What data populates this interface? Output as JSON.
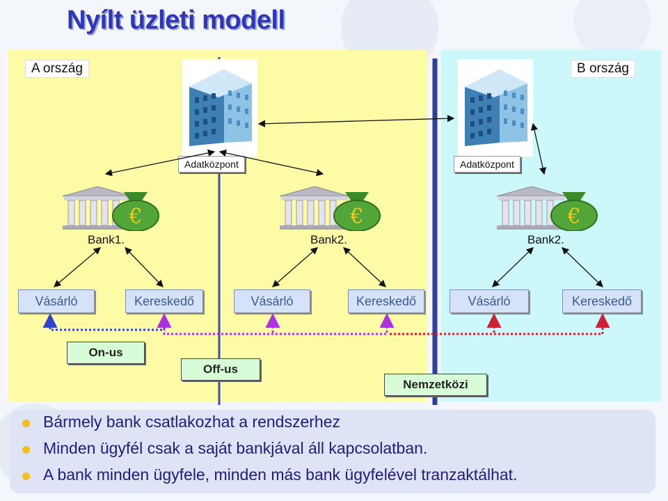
{
  "title": "Nyílt üzleti modell",
  "countries": {
    "a": "A  ország",
    "b": "B  ország"
  },
  "datacenters": [
    "Adatközpont",
    "Adatközpont"
  ],
  "banks": [
    "Bank1.",
    "Bank2.",
    "Bank2."
  ],
  "euro_symbol": "€",
  "roles": [
    "Vásárló",
    "Kereskedő",
    "Vásárló",
    "Kereskedő",
    "Vásárló",
    "Kereskedő"
  ],
  "transactions": {
    "on_us": "On-us",
    "off_us": "Off-us",
    "international": "Nemzetközi"
  },
  "bullets": [
    "Bármely bank csatlakozhat a rendszerhez",
    "Minden ügyfél csak a saját bankjával áll kapcsolatban.",
    "A bank minden ügyfele, minden más bank ügyfelével tranzaktálhat."
  ],
  "colors": {
    "country_a_zone": "#fdfba6",
    "country_b_zone": "#ccf8fb",
    "title": "#2f36b8",
    "on_us": "#3344cc",
    "off_us": "#aa33dd",
    "international": "#cc2233",
    "bullet_dot": "#f0c020",
    "bullet_text": "#1e1e7a"
  }
}
